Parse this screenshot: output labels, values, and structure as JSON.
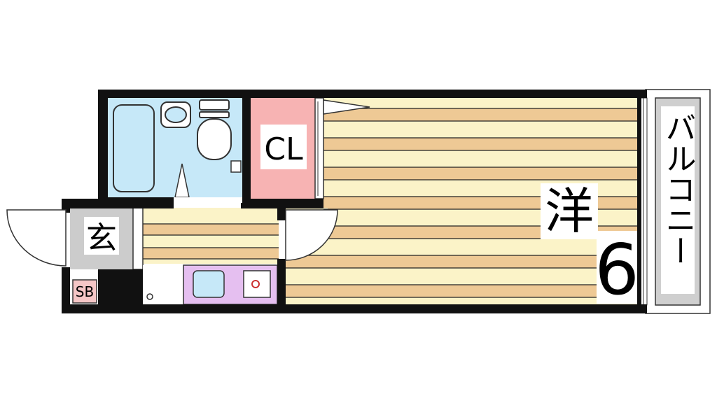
{
  "floor_plan": {
    "rooms": {
      "western_room": {
        "label": "洋",
        "size": "6"
      },
      "closet": {
        "label": "CL"
      },
      "entrance": {
        "label": "玄"
      },
      "shoe_box": {
        "label": "SB"
      },
      "balcony": {
        "label": "バルコニー"
      }
    },
    "colors": {
      "wall": "#111111",
      "floor_light": "#fbf3c8",
      "floor_dark": "#eec995",
      "bath": "#c6e8f8",
      "closet": "#f7b3b3",
      "entrance": "#cccccc",
      "kitchen": "#e5bff0",
      "shoe_box": "#f5c6c6",
      "balcony": "#cfcfcf"
    }
  }
}
